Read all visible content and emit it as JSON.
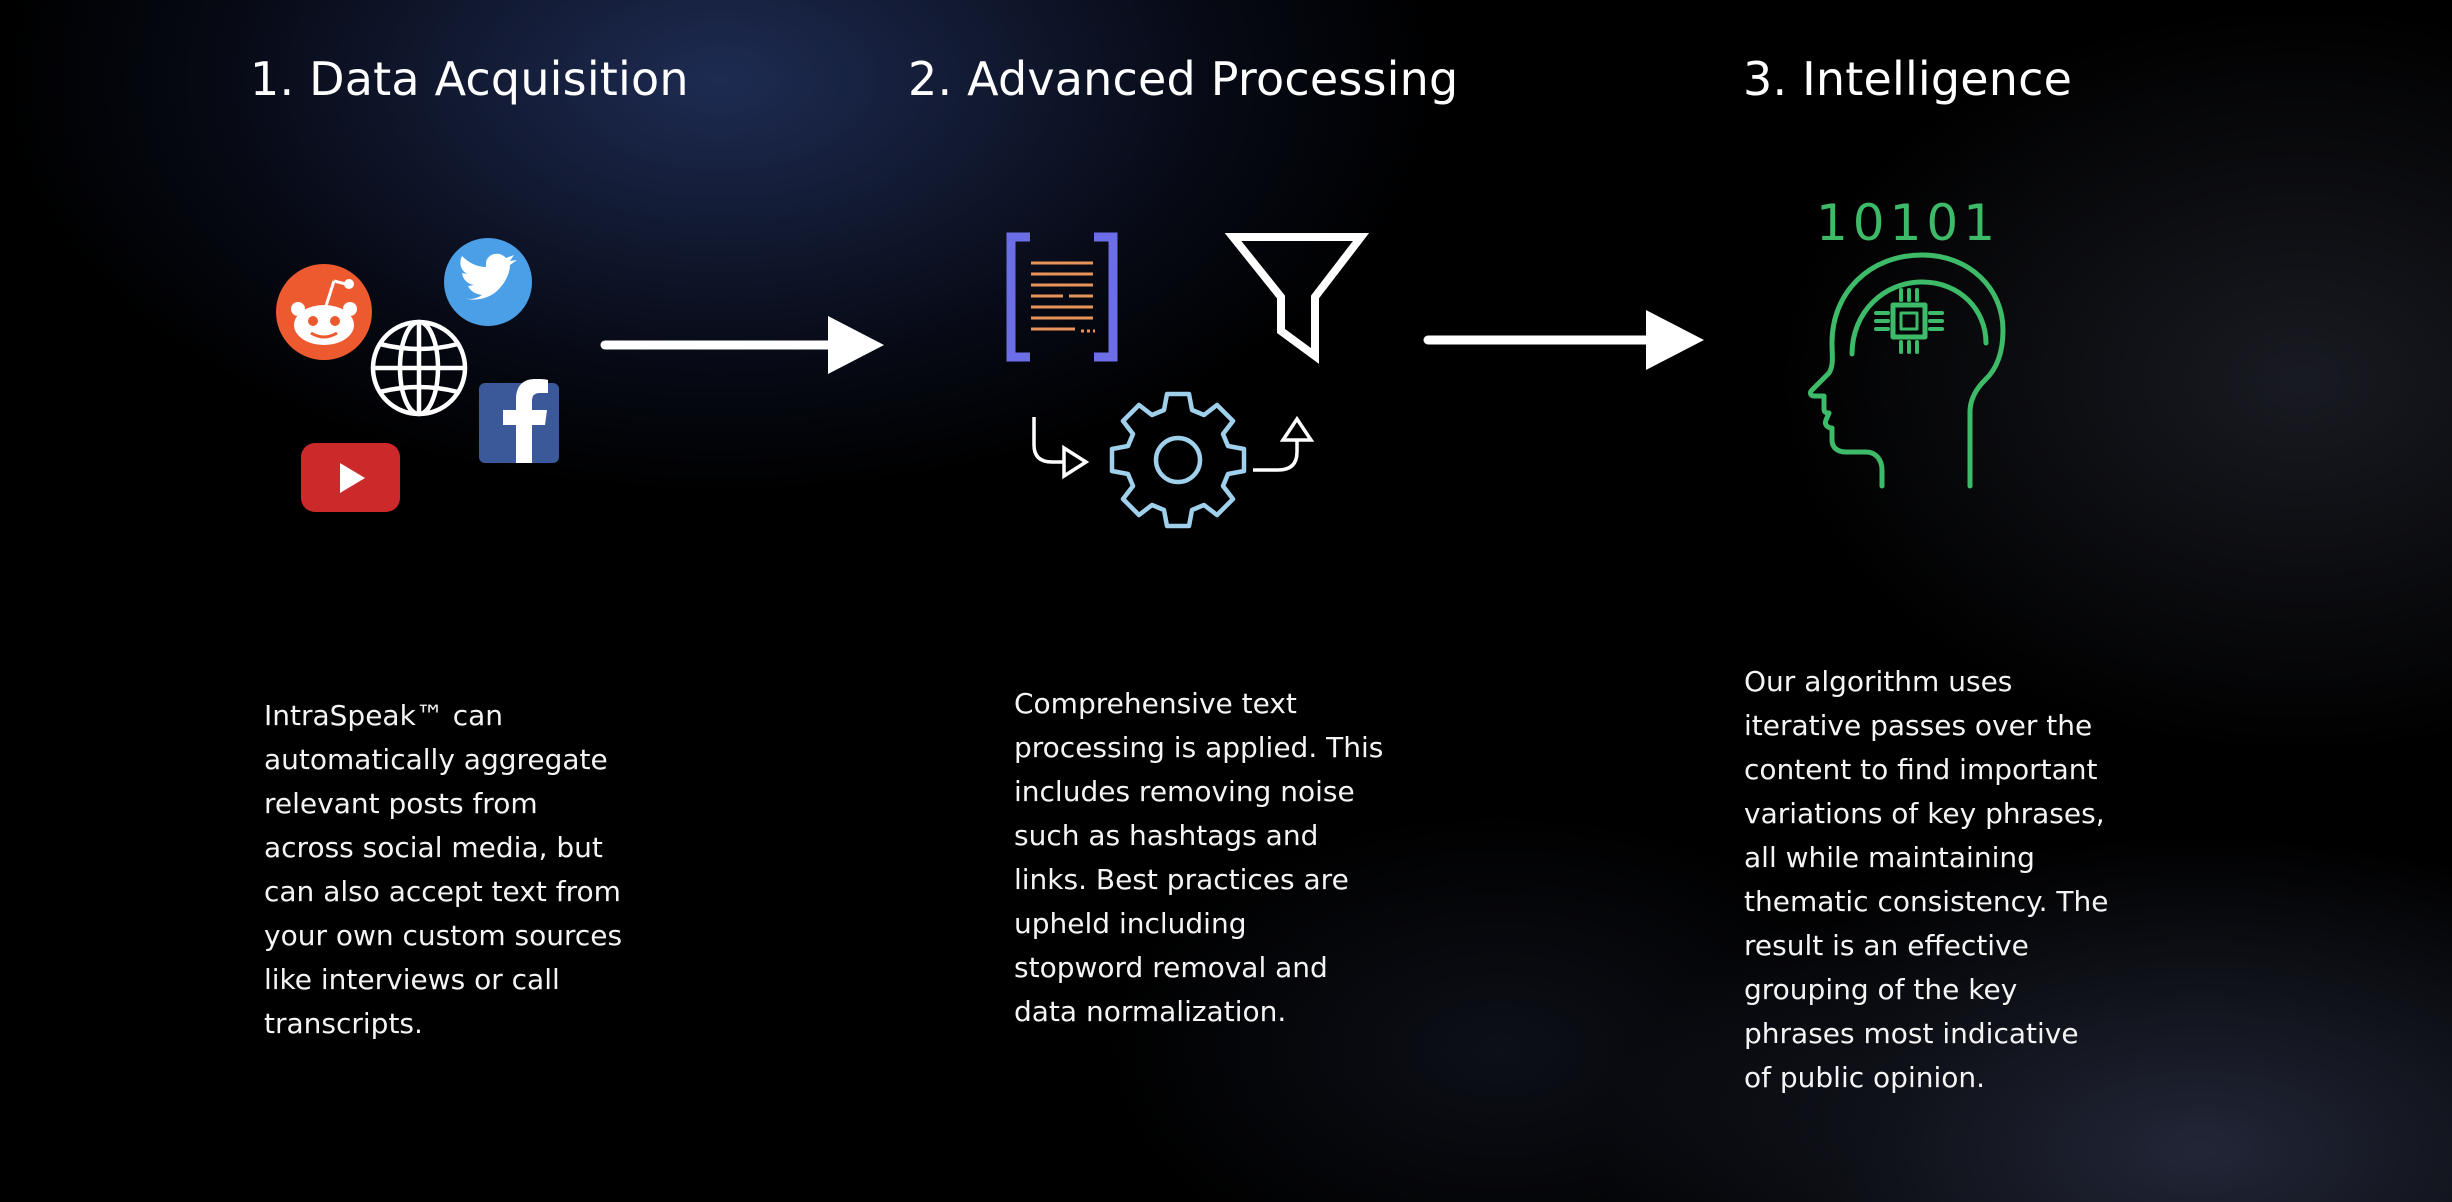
{
  "steps": [
    {
      "title": "1. Data Acquisition",
      "description": "IntraSpeak™ can\nautomatically aggregate\nrelevant posts from\nacross social media, but\ncan also accept text from\nyour own custom sources\nlike interviews or call\ntranscripts.",
      "icons": [
        "reddit-icon",
        "twitter-icon",
        "globe-icon",
        "facebook-icon",
        "youtube-icon"
      ]
    },
    {
      "title": "2. Advanced Processing",
      "description": "Comprehensive text\nprocessing is applied. This\nincludes removing noise\nsuch as hashtags and\nlinks. Best practices are\nupheld including\nstopword removal and\ndata normalization.",
      "icons": [
        "document-brackets-icon",
        "funnel-icon",
        "gear-icon",
        "curved-arrow-in-icon",
        "curved-arrow-out-icon"
      ]
    },
    {
      "title": "3. Intelligence",
      "description": "Our algorithm uses\niterative passes over the\ncontent to find important\nvariations of key phrases,\nall while maintaining\nthematic consistency. The\nresult is an effective\ngrouping of the key\nphrases most indicative\nof public opinion.",
      "binary_label": "10101",
      "icons": [
        "head-chip-icon"
      ]
    }
  ],
  "colors": {
    "reddit": "#ee5a2f",
    "twitter": "#4a9fe6",
    "facebook": "#3b5998",
    "youtube": "#cc2a2a",
    "doc_brackets": "#6c6ee8",
    "doc_lines": "#e8935a",
    "gear": "#9fd0ec",
    "intelligence_green": "#3dbb68"
  }
}
